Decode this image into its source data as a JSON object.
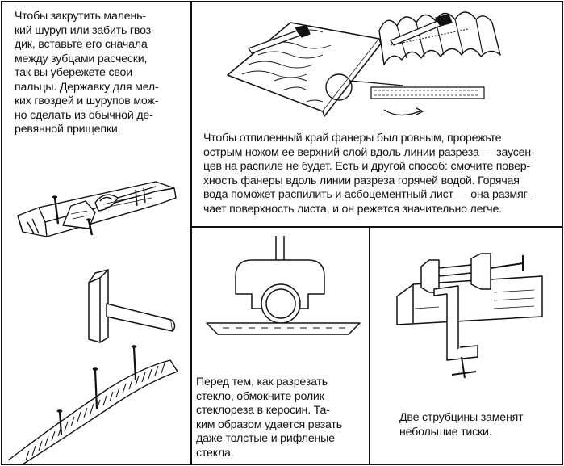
{
  "tips": {
    "small_screw": "Чтобы закрутить малень-\nкий шуруп или забить гвоз-\nдик, вставьте его сначала\nмежду зубцами расчески,\nтак вы убережете свои\nпальцы. Державку для мел-\nких гвоздей и шурупов мож-\nно сделать из обычной де-\nревянной прищепки.",
    "plywood": "Чтобы отпиленный край фанеры был ровным, прорежьте\nострым ножом ее верхний слой вдоль линии разреза — заусен-\nцев на распиле не будет. Есть и другой способ: смочите повер-\nхность фанеры вдоль линии разреза горячей водой. Горячая\nвода поможет распилить и асбоцементный лист — она размяг-\nчает поверхность листа, и он режется значительно легче.",
    "glass": "Перед тем, как разрезать\nстекло, обмокните ролик\nстеклореза в керосин. Та-\nким образом удается резать\nдаже толстые и рифленые\nстекла.",
    "clamps": "Две струбцины заменят\nнебольшие тиски."
  }
}
